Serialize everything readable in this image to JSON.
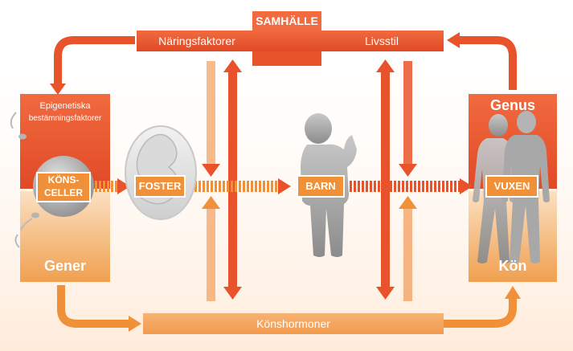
{
  "labels": {
    "samhalle": "SAMHÄLLE",
    "naringsfaktorer": "Näringsfaktorer",
    "livsstil": "Livsstil",
    "epigenetiska_line1": "Epigenetiska",
    "epigenetiska_line2": "bestämningsfaktorer",
    "konsceller_line1": "KÖNS-",
    "konsceller_line2": "CELLER",
    "foster": "FOSTER",
    "barn": "BARN",
    "vuxen": "VUXEN",
    "genus": "Genus",
    "gener": "Gener",
    "kon": "Kön",
    "konshormoner": "Könshormoner"
  },
  "colors": {
    "red": "#e8532c",
    "orange": "#f0913a",
    "light_orange": "#f9c590",
    "grey": "#9a9a9a"
  }
}
